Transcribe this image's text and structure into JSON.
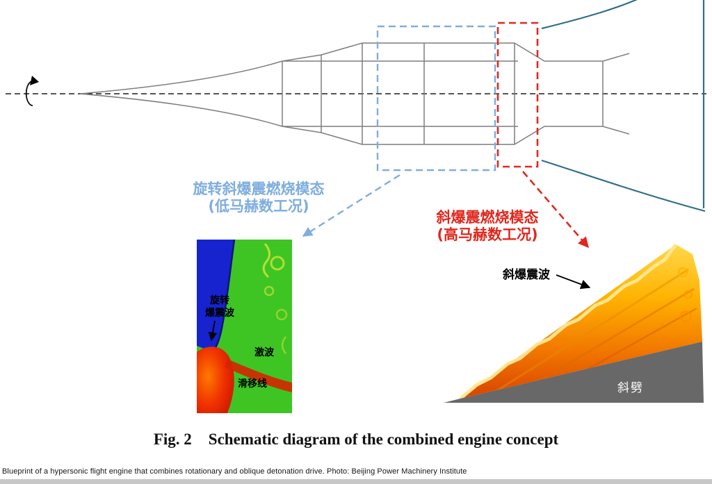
{
  "annotations": {
    "blue_mode": {
      "line1": "旋转斜爆震燃烧模态",
      "line2": "(低马赫数工况)"
    },
    "red_mode": {
      "line1": "斜爆震燃烧模态",
      "line2": "(高马赫数工况)"
    }
  },
  "left_inset": {
    "label_rotating_line1": "旋转",
    "label_rotating_line2": "爆震波",
    "label_shock": "激波",
    "label_slip": "滑移线"
  },
  "right_inset": {
    "label_wave": "斜爆震波",
    "label_wedge": "斜劈"
  },
  "caption": {
    "figure_number": "Fig. 2",
    "title": "Schematic diagram of the combined engine concept"
  },
  "credit": "Blueprint of a hypersonic flight engine that combines rotationary and oblique detonation drive. Photo: Beijing Power Machinery Institute",
  "colors": {
    "blue_annotation": "#7fadde",
    "red_annotation": "#e0281e",
    "engine_outline": "#7d7d7d",
    "bell_outline": "#2f6f86"
  }
}
